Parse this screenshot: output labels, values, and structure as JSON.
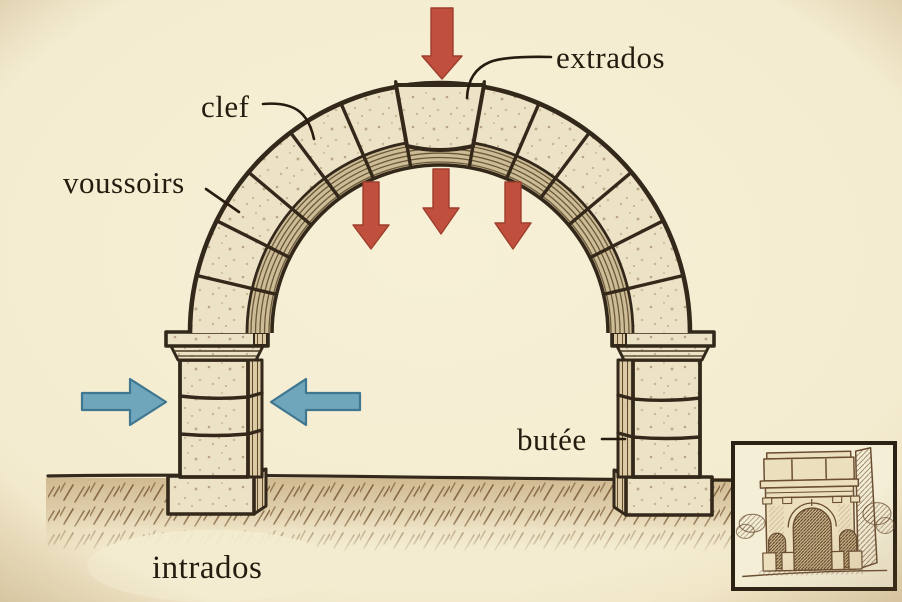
{
  "diagram": {
    "labels": {
      "clef": "clef",
      "extrados": "extrados",
      "voussoirs": "voussoirs",
      "butee": "butée",
      "intrados": "intrados"
    },
    "icons": {
      "load_arrows": "down-arrow-icon",
      "thrust_left_arrow": "right-arrow-icon",
      "thrust_right_arrow": "left-arrow-icon",
      "inset_drawing": "triumphal-arch-sketch"
    },
    "arrow_counts": {
      "load_down_red": 4,
      "thrust_horizontal_blue": 2
    },
    "colors": {
      "background": "#f5eed3",
      "stone": "#ece3c7",
      "outline": "#33281a",
      "soffit_band": "#cdbd96",
      "load_arrow_red": "#c0503d",
      "thrust_arrow_blue": "#6fa6bc",
      "ground_hatch": "#7d5e3a",
      "sketch_sepia": "#6b4e33"
    }
  }
}
